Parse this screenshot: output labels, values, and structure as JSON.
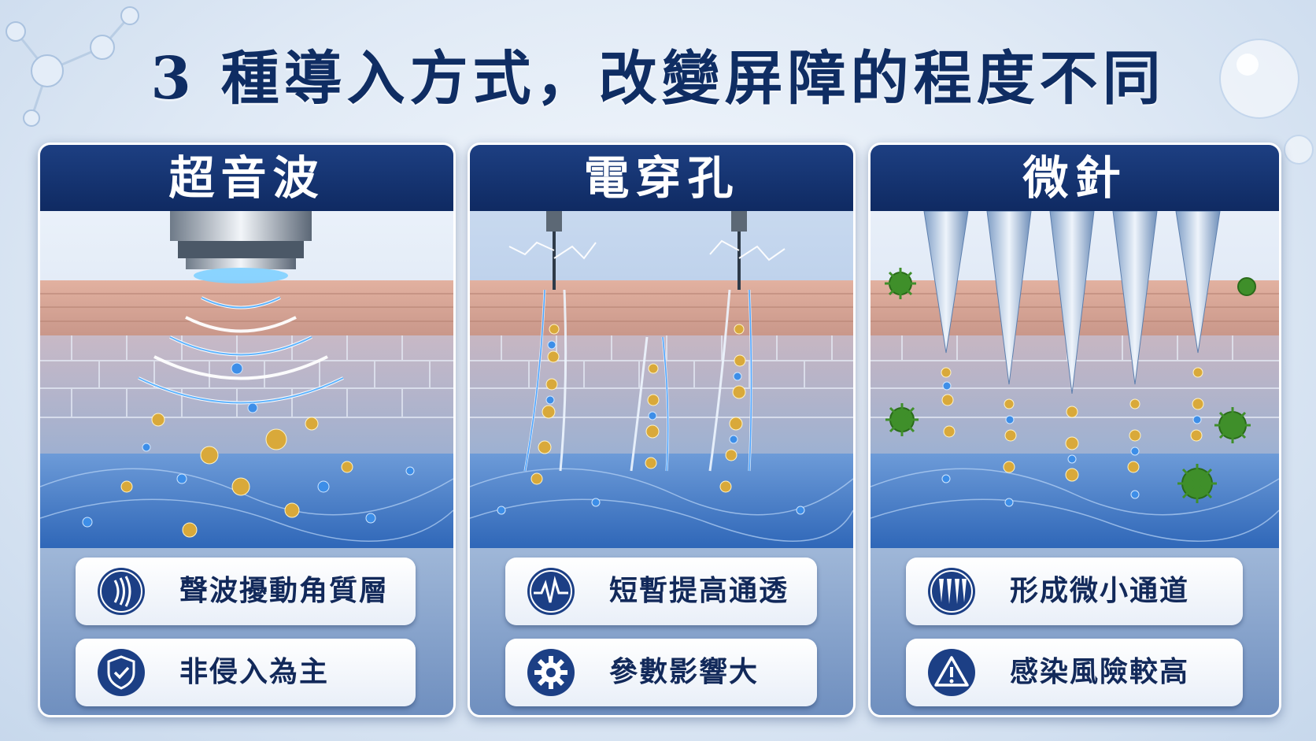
{
  "title": "3 種導入方式，改變屏障的程度不同",
  "panels": [
    {
      "heading": "超音波",
      "items": [
        {
          "icon": "sound-wave-icon",
          "label": "聲波擾動角質層"
        },
        {
          "icon": "shield-check-icon",
          "label": "非侵入為主"
        }
      ]
    },
    {
      "heading": "電穿孔",
      "items": [
        {
          "icon": "pulse-wave-icon",
          "label": "短暫提高通透"
        },
        {
          "icon": "gear-icon",
          "label": "參數影響大"
        }
      ]
    },
    {
      "heading": "微針",
      "items": [
        {
          "icon": "needles-icon",
          "label": "形成微小通道"
        },
        {
          "icon": "warning-icon",
          "label": "感染風險較高"
        }
      ]
    }
  ],
  "colors": {
    "navy": "#0f2a62",
    "gold": "#d9a93a",
    "blue": "#3d8ee8",
    "skin": "#d9a594",
    "virus": "#3f8f2a"
  }
}
